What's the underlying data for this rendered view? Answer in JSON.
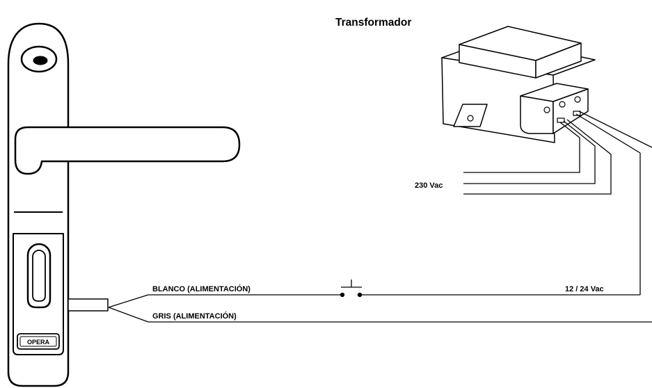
{
  "title": "Transformador",
  "labels": {
    "mains": "230 Vac",
    "white_wire": "BLANCO (ALIMENTACIÓN)",
    "grey_wire": "GRIS (ALIMENTACIÓN)",
    "low_voltage": "12 / 24 Vac",
    "brand": "OPERA"
  },
  "colors": {
    "line": "#000000",
    "fill": "#ffffff",
    "panel": "#f2f2f2"
  },
  "icons": {
    "handle": "door-handle-icon",
    "transformer": "transformer-icon",
    "switch": "push-button-switch-icon"
  }
}
